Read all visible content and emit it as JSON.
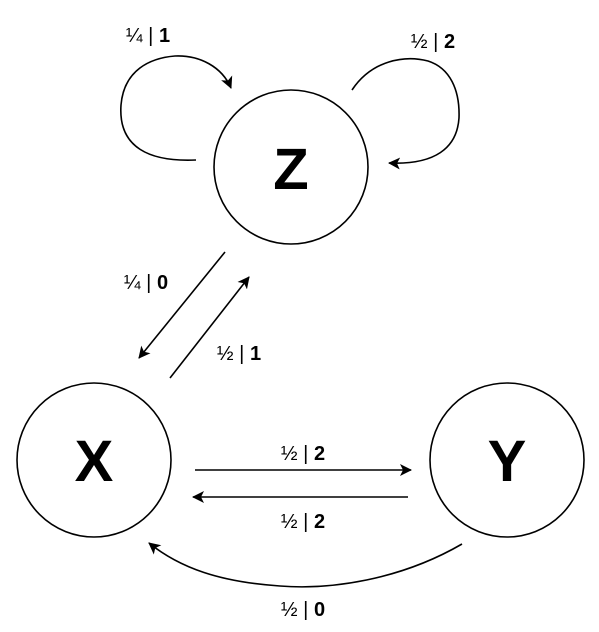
{
  "diagram": {
    "states": {
      "z": {
        "label": "Z"
      },
      "x": {
        "label": "X"
      },
      "y": {
        "label": "Y"
      }
    },
    "transitions": {
      "z_self_left": {
        "prob": "¼",
        "output": "1"
      },
      "z_self_right": {
        "prob": "½",
        "output": "2"
      },
      "z_to_x": {
        "prob": "¼",
        "output": "0"
      },
      "x_to_z": {
        "prob": "½",
        "output": "1"
      },
      "x_to_y": {
        "prob": "½",
        "output": "2"
      },
      "y_to_x_straight": {
        "prob": "½",
        "output": "2"
      },
      "y_to_x_curved": {
        "prob": "½",
        "output": "0"
      }
    },
    "separator": "|",
    "colors": {
      "stroke": "#000000",
      "background": "#ffffff"
    }
  }
}
